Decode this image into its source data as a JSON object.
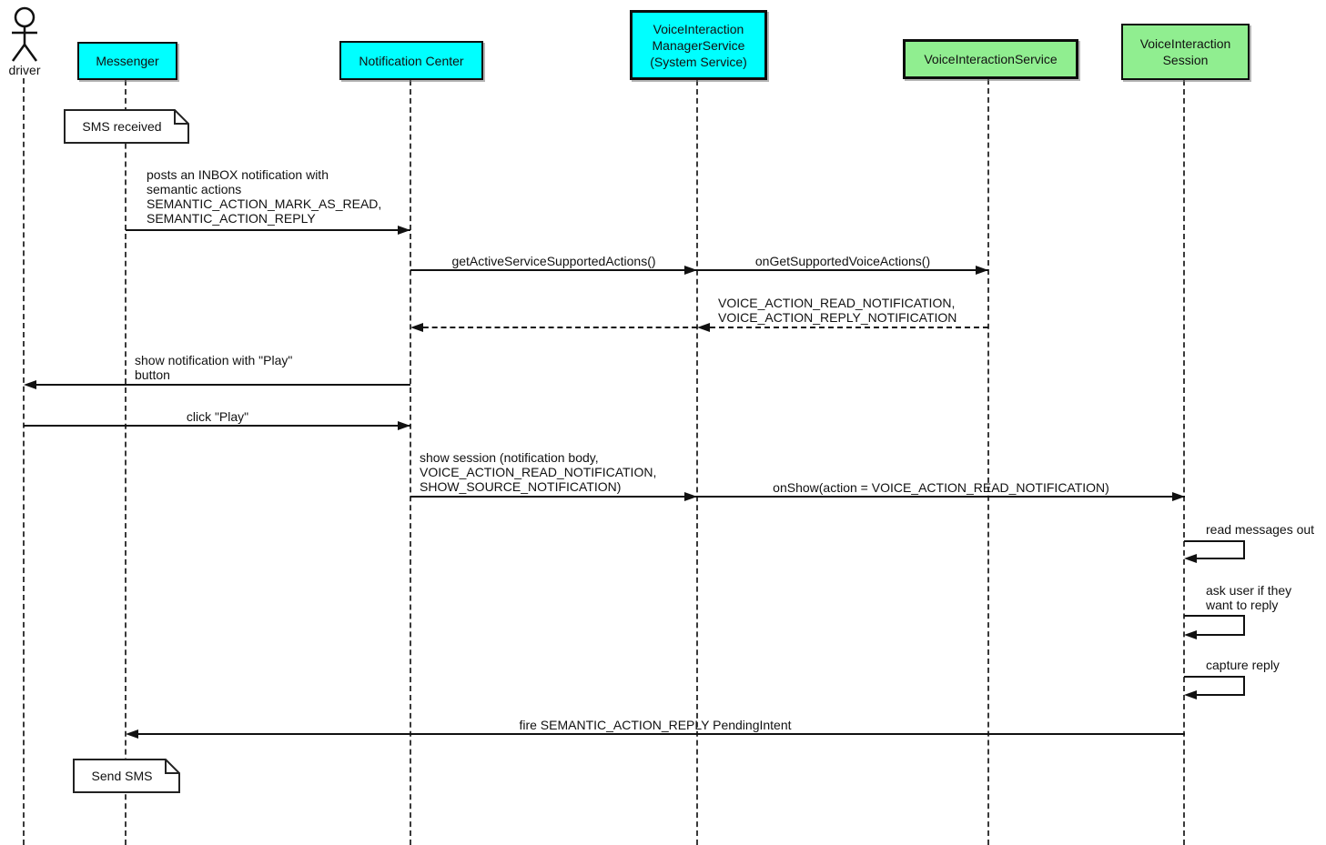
{
  "diagram_colors": {
    "component_fill": "#00FFFF",
    "voice_fill": "#90EE90",
    "line_color": "#111111",
    "note_fill": "#FFFFFF"
  },
  "actor": {
    "label": "driver"
  },
  "participants": {
    "messenger": {
      "label": "Messenger"
    },
    "notification_center": {
      "label": "Notification Center"
    },
    "manager_service": {
      "label": "VoiceInteraction\nManagerService\n(System Service)"
    },
    "voice_service": {
      "label": "VoiceInteractionService"
    },
    "voice_session": {
      "label": "VoiceInteraction\nSession"
    }
  },
  "notes": {
    "sms_received": {
      "text": "SMS received"
    },
    "send_sms": {
      "text": "Send SMS"
    }
  },
  "messages": {
    "post_inbox": {
      "label": "posts an INBOX notification with\nsemantic actions\nSEMANTIC_ACTION_MARK_AS_READ,\nSEMANTIC_ACTION_REPLY"
    },
    "get_active_actions": {
      "label": "getActiveServiceSupportedActions()"
    },
    "on_get_supported": {
      "label": "onGetSupportedVoiceActions()"
    },
    "voice_actions_return": {
      "label": "VOICE_ACTION_READ_NOTIFICATION,\nVOICE_ACTION_REPLY_NOTIFICATION"
    },
    "show_notification": {
      "label": "show notification with \"Play\"\nbutton"
    },
    "click_play": {
      "label": "click \"Play\""
    },
    "show_session": {
      "label": "show session (notification body,\nVOICE_ACTION_READ_NOTIFICATION,\nSHOW_SOURCE_NOTIFICATION)"
    },
    "on_show": {
      "label": "onShow(action = VOICE_ACTION_READ_NOTIFICATION)"
    },
    "read_messages": {
      "label": "read messages out"
    },
    "ask_user": {
      "label": "ask user if they\nwant to reply"
    },
    "capture_reply": {
      "label": "capture reply"
    },
    "fire_reply": {
      "label": "fire SEMANTIC_ACTION_REPLY PendingIntent"
    }
  }
}
